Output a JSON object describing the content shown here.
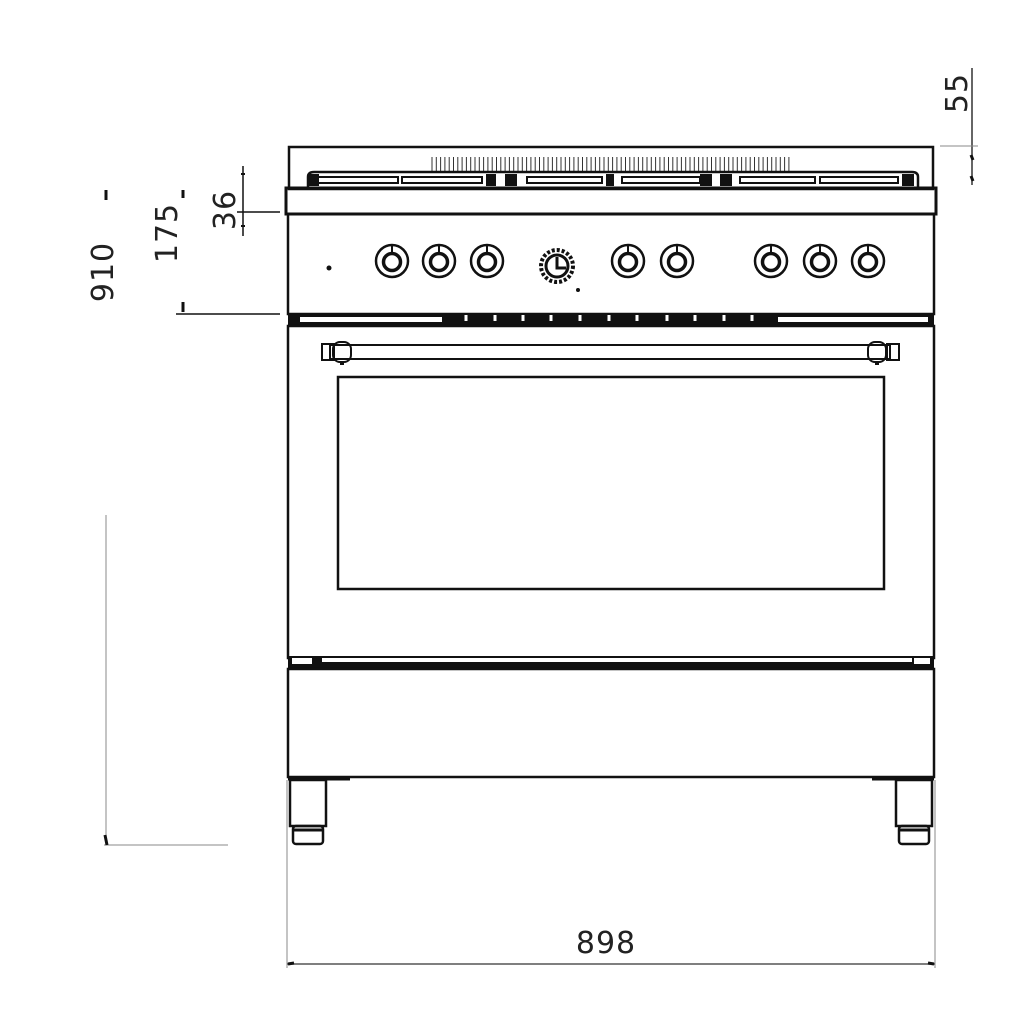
{
  "drawing": {
    "subject": "Range cooker front elevation",
    "units": "mm",
    "stroke_color": "#111111",
    "background": "#ffffff"
  },
  "dimensions": {
    "total_height": "910",
    "control_panel_height": "175",
    "top_edge_height": "36",
    "backguard_height": "55",
    "total_width": "898"
  },
  "cooktop": {
    "burner_count": 5,
    "grate_sections": 3
  },
  "control_panel": {
    "knobs_left_group": 3,
    "timer_dial": 1,
    "knobs_middle_group": 2,
    "knobs_right_group": 3,
    "indicator_light": 1
  },
  "oven": {
    "door_handle": "horizontal bar handle",
    "window": "oven door glass window"
  },
  "storage_drawer": {
    "label": "bottom drawer"
  },
  "feet": {
    "count": 2
  }
}
